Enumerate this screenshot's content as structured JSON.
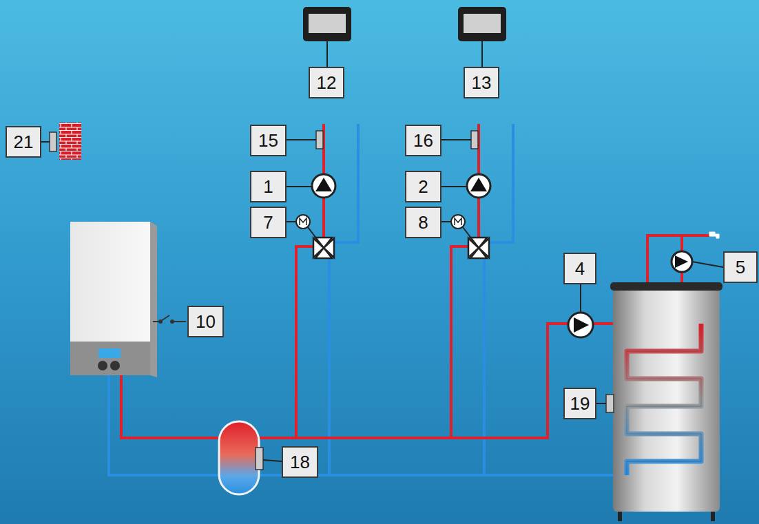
{
  "diagram": {
    "nodes": [
      {
        "text": [
          "12"
        ]
      },
      {
        "text": [
          "13"
        ]
      },
      {
        "text": [
          "21"
        ]
      },
      {
        "text": [
          "15"
        ]
      },
      {
        "text": [
          "16"
        ]
      },
      {
        "text": [
          "1"
        ]
      },
      {
        "text": [
          "2"
        ]
      },
      {
        "text": [
          "7"
        ]
      },
      {
        "text": [
          "8"
        ]
      },
      {
        "text": [
          "4"
        ]
      },
      {
        "text": [
          "5"
        ]
      },
      {
        "text": [
          "10"
        ]
      },
      {
        "text": [
          "19"
        ]
      },
      {
        "text": [
          "18"
        ]
      }
    ]
  }
}
